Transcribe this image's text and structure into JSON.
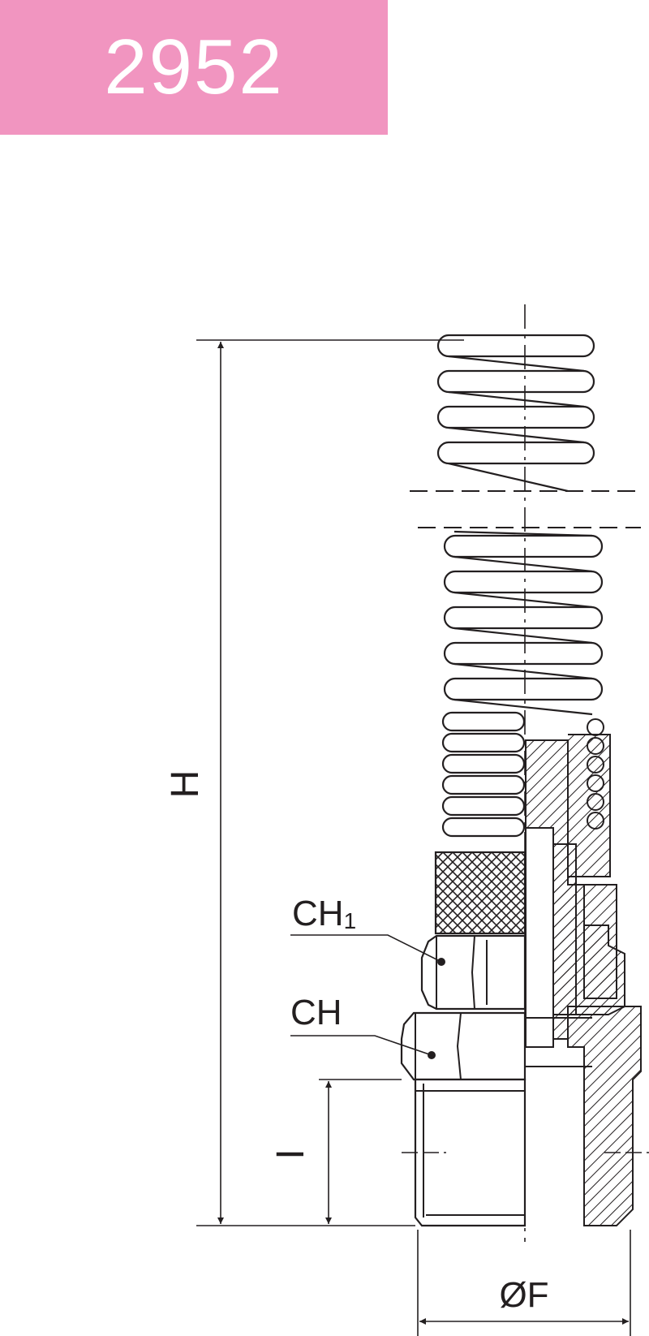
{
  "banner": {
    "code": "2952",
    "color": "#f195c0"
  },
  "labels": {
    "height": "H",
    "ch1_main": "CH",
    "ch1_sub": "1",
    "ch": "CH",
    "thread_length": "I",
    "diameter": "ØF"
  },
  "colors": {
    "ink": "#231f20",
    "background": "#ffffff"
  }
}
